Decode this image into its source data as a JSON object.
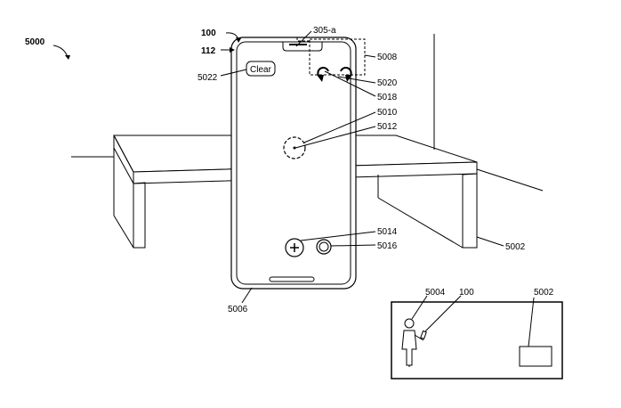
{
  "figure": {
    "ref_5000": "5000",
    "ref_100": "100",
    "ref_112": "112",
    "ref_305a": "305-a",
    "ref_5008": "5008",
    "ref_5022": "5022",
    "ref_5020": "5020",
    "ref_5018": "5018",
    "ref_5010": "5010",
    "ref_5012": "5012",
    "ref_5014": "5014",
    "ref_5016": "5016",
    "ref_5002": "5002",
    "ref_5006": "5006",
    "inset_ref_5004": "5004",
    "inset_ref_100": "100",
    "inset_ref_5002": "5002"
  },
  "screen": {
    "clear_button_label": "Clear"
  },
  "icons": {
    "undo": "undo-arrow-icon",
    "redo": "redo-arrow-icon",
    "add": "plus-icon",
    "capture": "shutter-icon",
    "reticle": "focus-reticle-icon"
  }
}
